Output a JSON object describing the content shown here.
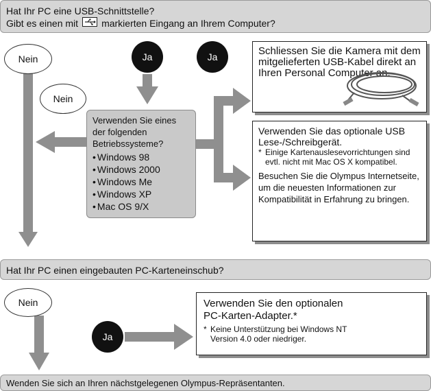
{
  "question1": {
    "line1": "Hat Ihr PC eine USB-Schnittstelle?",
    "line2_before": "Gibt es einen mit",
    "line2_icon": "usb-port-icon",
    "line2_after": "markierten Eingang an Ihrem Computer?"
  },
  "labels": {
    "nein_1": "Nein",
    "nein_2": "Nein",
    "nein_3": "Nein",
    "ja_1": "Ja",
    "ja_2": "Ja",
    "ja_3": "Ja"
  },
  "os_box": {
    "intro": "Verwenden Sie eines der folgenden Betriebssysteme?",
    "items": [
      "Windows 98",
      "Windows 2000",
      "Windows Me",
      "Windows XP",
      "Mac OS 9/X"
    ]
  },
  "box_usb_cable": {
    "text": "Schliessen Sie die Kamera mit dem mitgelieferten USB-Kabel direkt an Ihren Personal Computer an.",
    "image": "usb-cable-icon"
  },
  "box_reader": {
    "title": "Verwenden Sie das optionale USB Lese-/Schreibgerät.",
    "note": "Einige Kartenauslesevorrichtungen sind evtl. nicht mit Mac OS X kompatibel.",
    "body": "Besuchen Sie die Olympus Internetseite, um die neuesten Informationen zur Kompatibilität in Erfahrung zu bringen."
  },
  "question2": {
    "text": "Hat Ihr PC einen eingebauten PC-Karteneinschub?"
  },
  "box_adapter": {
    "title": "Verwenden Sie den optionalen PC-Karten-Adapter.*",
    "note": "Keine Unterstützung bei Windows NT Version 4.0 oder niedriger."
  },
  "final": {
    "text": "Wenden Sie sich an Ihren nächstgelegenen Olympus-Repräsentanten."
  },
  "colors": {
    "bar": "#d6d6d6",
    "arrow": "#8f8f8f",
    "os_box": "#c9c9c9",
    "dot": "#111111"
  }
}
